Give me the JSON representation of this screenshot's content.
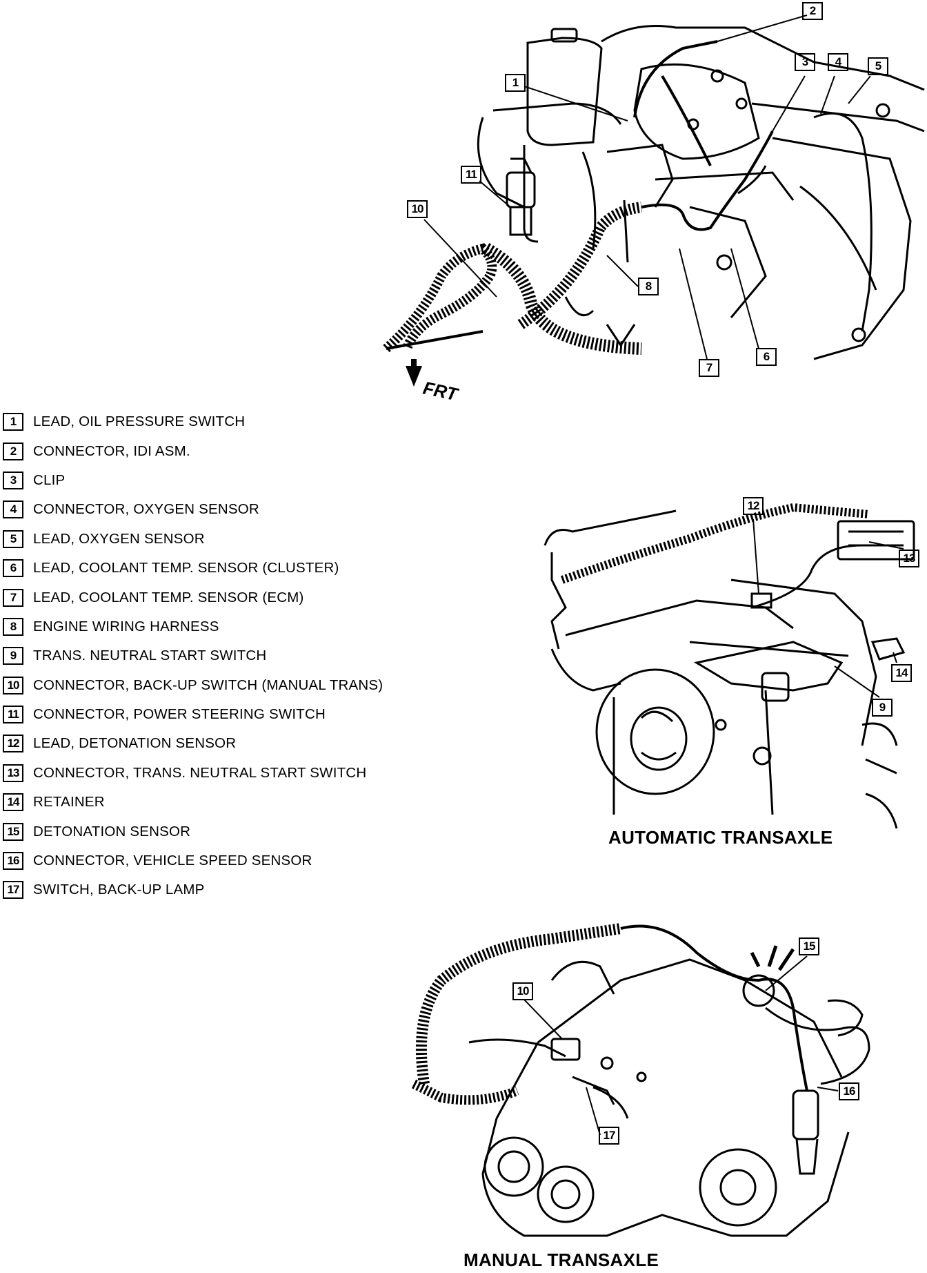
{
  "legend": [
    {
      "num": "1",
      "text": "LEAD, OIL PRESSURE SWITCH"
    },
    {
      "num": "2",
      "text": "CONNECTOR, IDI ASM."
    },
    {
      "num": "3",
      "text": "CLIP"
    },
    {
      "num": "4",
      "text": "CONNECTOR, OXYGEN SENSOR"
    },
    {
      "num": "5",
      "text": "LEAD, OXYGEN SENSOR"
    },
    {
      "num": "6",
      "text": "LEAD, COOLANT TEMP. SENSOR (CLUSTER)"
    },
    {
      "num": "7",
      "text": "LEAD, COOLANT TEMP. SENSOR (ECM)"
    },
    {
      "num": "8",
      "text": "ENGINE WIRING HARNESS"
    },
    {
      "num": "9",
      "text": "TRANS. NEUTRAL START SWITCH"
    },
    {
      "num": "10",
      "text": "CONNECTOR, BACK-UP SWITCH (MANUAL TRANS)"
    },
    {
      "num": "11",
      "text": "CONNECTOR, POWER STEERING SWITCH"
    },
    {
      "num": "12",
      "text": "LEAD, DETONATION SENSOR"
    },
    {
      "num": "13",
      "text": "CONNECTOR, TRANS. NEUTRAL START SWITCH"
    },
    {
      "num": "14",
      "text": "RETAINER"
    },
    {
      "num": "15",
      "text": "DETONATION SENSOR"
    },
    {
      "num": "16",
      "text": "CONNECTOR, VEHICLE SPEED SENSOR"
    },
    {
      "num": "17",
      "text": "SWITCH, BACK-UP LAMP"
    }
  ],
  "engine_view": {
    "direction_label": "FRT",
    "callouts": [
      "1",
      "2",
      "3",
      "4",
      "5",
      "6",
      "7",
      "8",
      "10",
      "11"
    ]
  },
  "automatic_view": {
    "caption": "AUTOMATIC TRANSAXLE",
    "callouts": [
      "12",
      "13",
      "14",
      "9"
    ]
  },
  "manual_view": {
    "caption": "MANUAL TRANSAXLE",
    "callouts": [
      "15",
      "10",
      "16",
      "17"
    ]
  }
}
